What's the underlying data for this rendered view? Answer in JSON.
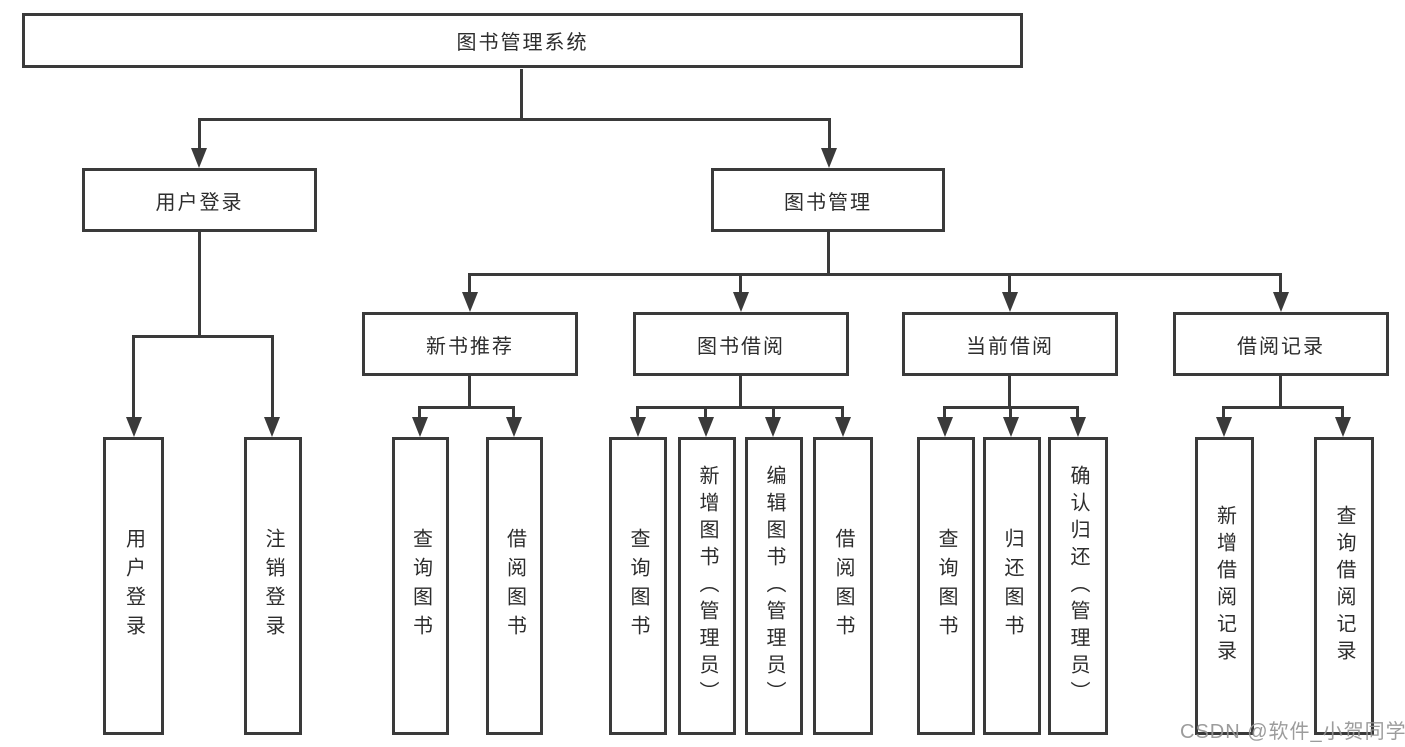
{
  "nodes": {
    "root": "图书管理系统",
    "user": {
      "label": "用户登录",
      "children": [
        "用户登录",
        "注销登录"
      ]
    },
    "mgmt": {
      "label": "图书管理",
      "groups": [
        {
          "label": "新书推荐",
          "children": [
            "查询图书",
            "借阅图书"
          ]
        },
        {
          "label": "图书借阅",
          "children": [
            "查询图书",
            "新增图书（管理员）",
            "编辑图书（管理员）",
            "借阅图书"
          ]
        },
        {
          "label": "当前借阅",
          "children": [
            "查询图书",
            "归还图书",
            "确认归还（管理员）"
          ]
        },
        {
          "label": "借阅记录",
          "children": [
            "新增借阅记录",
            "查询借阅记录"
          ]
        }
      ]
    }
  },
  "watermark": "CSDN @软件_小贺同学",
  "colors": {
    "line": "#3a3a3a",
    "text": "#2d2d2d",
    "watermark": "#949494",
    "background": "#ffffff"
  }
}
